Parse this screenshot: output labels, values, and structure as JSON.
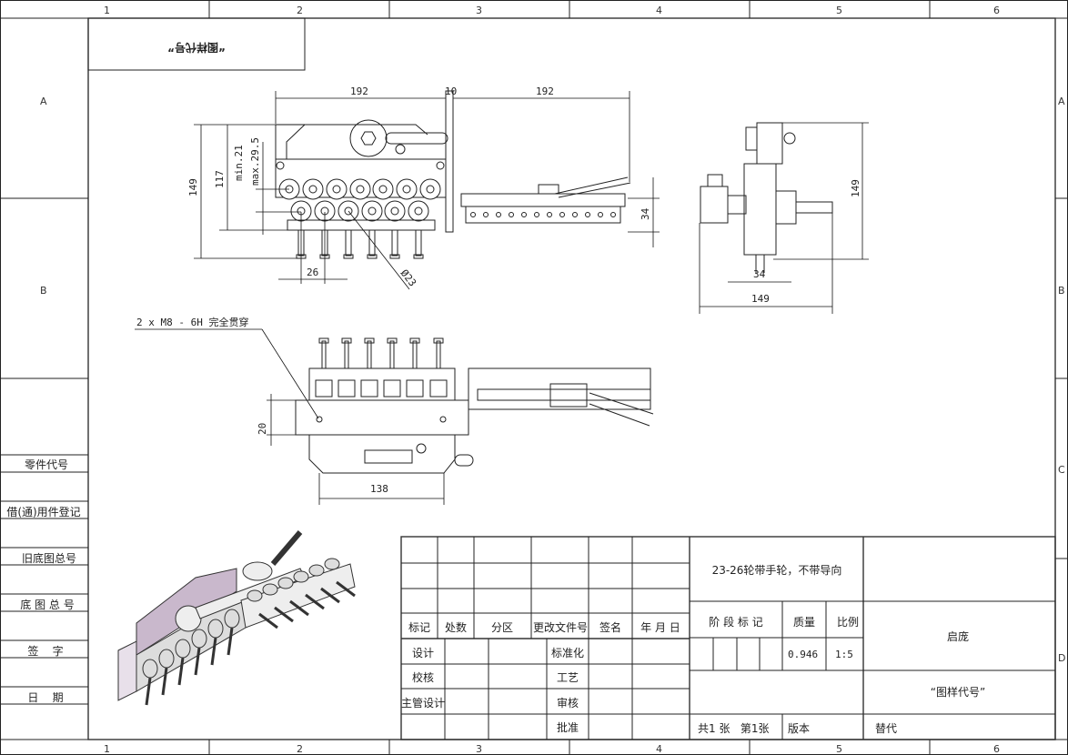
{
  "zones": {
    "columns": [
      "1",
      "2",
      "3",
      "4",
      "5",
      "6"
    ],
    "rows": [
      "A",
      "B",
      "C",
      "D"
    ]
  },
  "stamp_box": "“图样代号”",
  "left_labels": [
    "零件代号",
    "借(通)用件登记",
    "旧底图总号",
    "底 图 总 号",
    "签    字",
    "日    期"
  ],
  "dimensions": {
    "front_width": "192",
    "gap": "10",
    "side_width": "192",
    "front_height": "149",
    "height_117": "117",
    "min": "min.21",
    "max": "max.29.5",
    "pitch": "26",
    "diameter": "Ø23",
    "side_height": "34",
    "right_height": "149",
    "right_34": "34",
    "right_width": "149",
    "hole_note": "2 x  M8 - 6H 完全贯穿",
    "bottom_20": "20",
    "bottom_138": "138"
  },
  "title_block": {
    "headers": [
      "标记",
      "处数",
      "分区",
      "更改文件号",
      "签名",
      "年 月 日"
    ],
    "roles_left": [
      "设计",
      "校核",
      "主管设计",
      ""
    ],
    "roles_mid": [
      "标准化",
      "工艺",
      "审核",
      "批准"
    ],
    "drawing_name": "23-26轮带手轮，不带导向",
    "stage_label": "阶 段 标 记",
    "mass_label": "质量",
    "scale_label": "比例",
    "mass": "0.946",
    "scale": "1:5",
    "company": "启庞",
    "drawing_code": "“图样代号”",
    "sheets": "共1 张   第1张",
    "version": "版本",
    "replace": "替代"
  }
}
